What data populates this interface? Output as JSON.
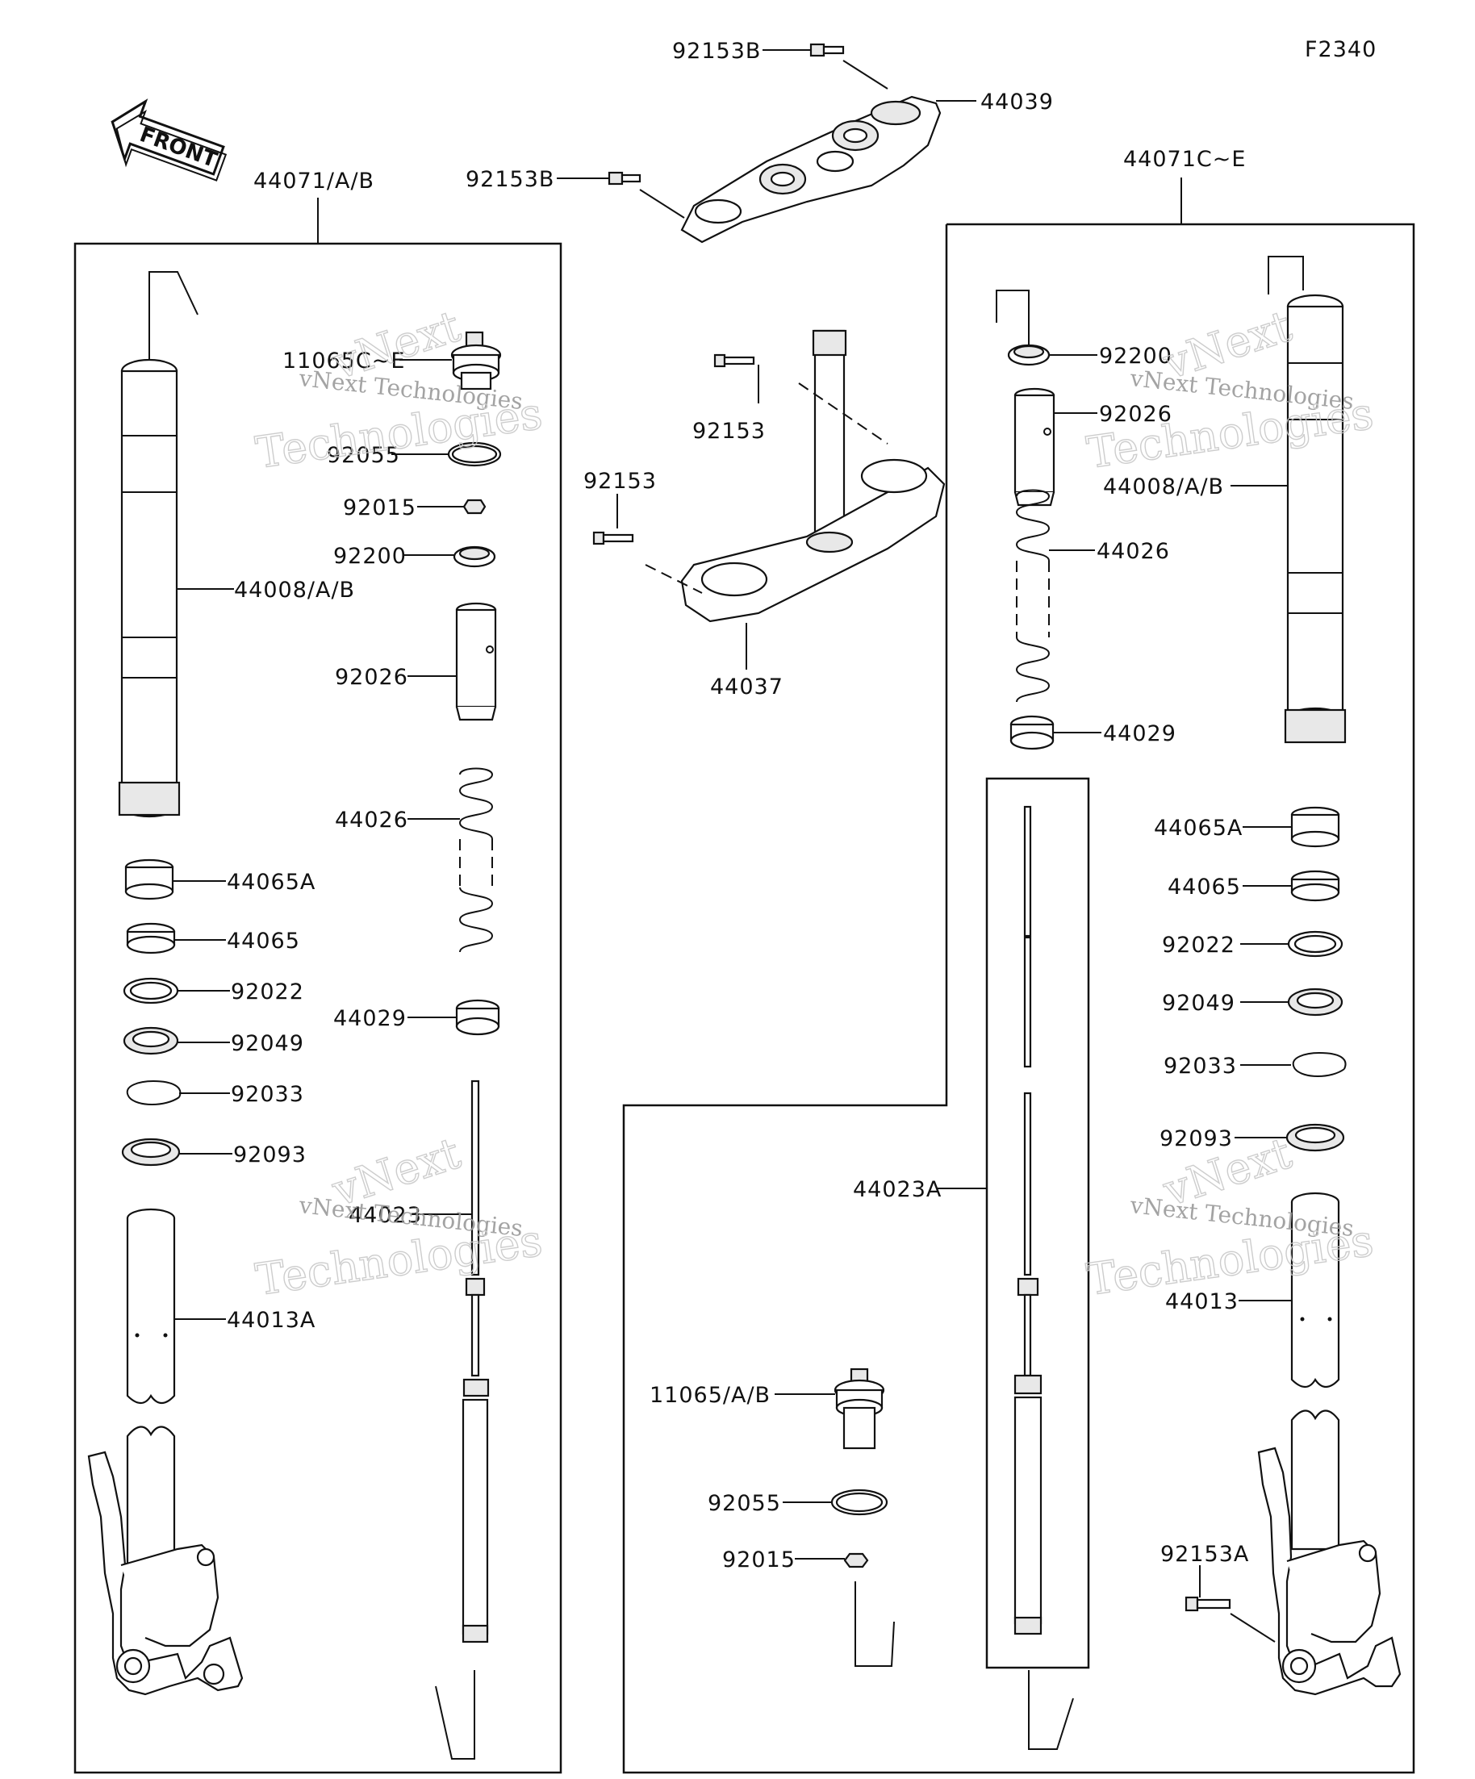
{
  "diagram_code": "F2340",
  "front_arrow": {
    "text": "FRONT"
  },
  "assembly_labels": {
    "left": "44071/A/B",
    "right": "44071C~E"
  },
  "parts": {
    "p92153B_top": "92153B",
    "p44039": "44039",
    "p92153B_left": "92153B",
    "p92153_a": "92153",
    "p92153_b": "92153",
    "p44037": "44037",
    "left_11065": "11065C~E",
    "left_92055": "92055",
    "left_92015": "92015",
    "left_92200": "92200",
    "left_92026": "92026",
    "left_44026": "44026",
    "left_44029": "44029",
    "left_44023": "44023",
    "left_44008": "44008/A/B",
    "left_44065A": "44065A",
    "left_44065": "44065",
    "left_92022": "92022",
    "left_92049": "92049",
    "left_92033": "92033",
    "left_92093": "92093",
    "left_44013A": "44013A",
    "right_92200": "92200",
    "right_92026": "92026",
    "right_44026": "44026",
    "right_44029": "44029",
    "right_44008": "44008/A/B",
    "right_44065A": "44065A",
    "right_44065": "44065",
    "right_92022": "92022",
    "right_92049": "92049",
    "right_92033": "92033",
    "right_92093": "92093",
    "right_44013": "44013",
    "right_92153A": "92153A",
    "mid_44023A": "44023A",
    "mid_11065": "11065/A/B",
    "mid_92055": "92055",
    "mid_92015": "92015"
  },
  "watermark": {
    "line1": "vNext",
    "line2": "vNext Technologies",
    "line3": "Technologies"
  }
}
